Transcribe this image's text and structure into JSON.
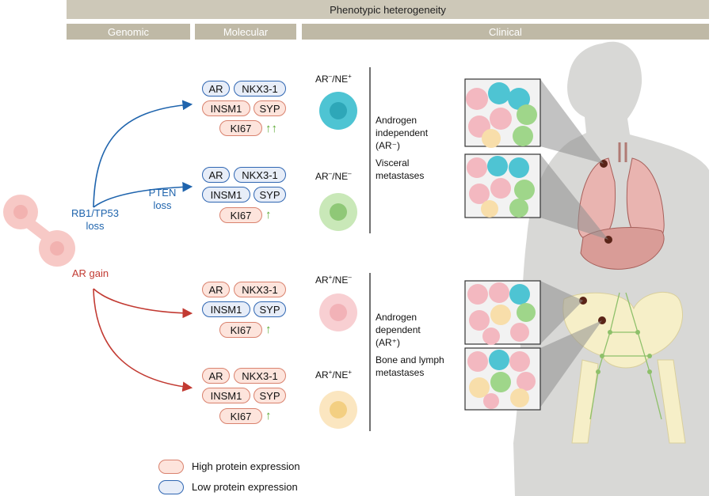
{
  "header": {
    "top": "Phenotypic heterogeneity",
    "genomic": "Genomic",
    "molecular": "Molecular",
    "clinical": "Clinical"
  },
  "genomic_labels": {
    "rb1": "RB1/TP53",
    "rb1_loss": "loss",
    "pten": "PTEN",
    "pten_loss": "loss",
    "ar_gain": "AR gain"
  },
  "panels": [
    {
      "ar": "AR",
      "nkx": "NKX3-1",
      "insm": "INSM1",
      "syp": "SYP",
      "ki": "KI67",
      "arrows": "↑↑",
      "status_pre": "AR",
      "status_ar": "–",
      "status_mid": "/NE",
      "status_ne": "+"
    },
    {
      "ar": "AR",
      "nkx": "NKX3-1",
      "insm": "INSM1",
      "syp": "SYP",
      "ki": "KI67",
      "arrows": "↑",
      "status_pre": "AR",
      "status_ar": "–",
      "status_mid": "/NE",
      "status_ne": "–"
    },
    {
      "ar": "AR",
      "nkx": "NKX3-1",
      "insm": "INSM1",
      "syp": "SYP",
      "ki": "KI67",
      "arrows": "↑",
      "status_pre": "AR",
      "status_ar": "+",
      "status_mid": "/NE",
      "status_ne": "–"
    },
    {
      "ar": "AR",
      "nkx": "NKX3-1",
      "insm": "INSM1",
      "syp": "SYP",
      "ki": "KI67",
      "arrows": "↑",
      "status_pre": "AR",
      "status_ar": "+",
      "status_mid": "/NE",
      "status_ne": "+"
    }
  ],
  "clinical_upper": {
    "line1": "Androgen",
    "line2": "independent",
    "line3": "(AR⁻)",
    "line4": "Visceral",
    "line5": "metastases"
  },
  "clinical_lower": {
    "line1": "Androgen",
    "line2": "dependent",
    "line3": "(AR⁺)",
    "line4": "Bone and lymph",
    "line5": "metastases"
  },
  "legend": {
    "high": "High protein expression",
    "low": "Low protein expression"
  },
  "colors": {
    "high_fill": "#fde4dc",
    "high_border": "#d9826e",
    "low_fill": "#e7edf8",
    "low_border": "#2f66b2",
    "blue_arrow": "#1f64ad",
    "red_arrow": "#c23a32",
    "arrow_up": "#5aa832"
  }
}
